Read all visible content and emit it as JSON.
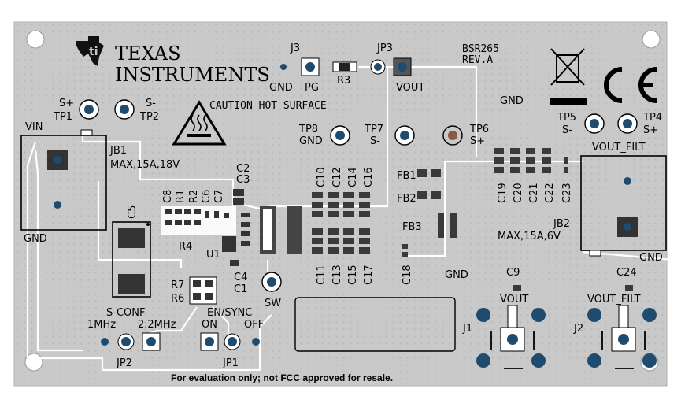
{
  "brand": {
    "line1": "TEXAS",
    "line2": "INSTRUMENTS"
  },
  "board": {
    "name": "BSR265",
    "revision": "REV.A"
  },
  "caution": "CAUTION HOT SURFACE",
  "footer_note": "For evaluation only; not FCC approved for resale.",
  "colors": {
    "board": "#c8c8c8",
    "copper": "#3a3a3a",
    "pad": "#1e4b6e",
    "silk": "#000000",
    "trace": "#ffffff"
  },
  "labels": {
    "jb1": "JB1",
    "jb1_rating": "MAX,15A,18V",
    "vin": "VIN",
    "gnd_left": "GND",
    "jb2": "JB2",
    "jb2_rating": "MAX,15A,6V",
    "vout_filt_top": "VOUT_FILT",
    "gnd_right": "GND",
    "tp1_sign": "S+",
    "tp1": "TP1",
    "tp2_sign": "S-",
    "tp2": "TP2",
    "j3": "J3",
    "jp3": "JP3",
    "gnd_j3": "GND",
    "pg": "PG",
    "r3": "R3",
    "vout_j3": "VOUT",
    "tp8": "TP8",
    "tp8_gnd": "GND",
    "tp7": "TP7",
    "tp7_sign": "S-",
    "tp6": "TP6",
    "tp6_sign": "S+",
    "gnd_mid": "GND",
    "tp5": "TP5",
    "tp5_sign": "S-",
    "tp4": "TP4",
    "tp4_sign": "S+",
    "c2": "C2",
    "c3": "C3",
    "c8": "C8",
    "r1": "R1",
    "r2": "R2",
    "c6": "C6",
    "c7": "C7",
    "c5": "C5",
    "r4": "R4",
    "u1": "U1",
    "c4": "C4",
    "c1": "C1",
    "sw": "SW",
    "r7": "R7",
    "r6": "R6",
    "s_conf": "S-CONF",
    "en_sync": "EN/SYNC",
    "f1": "1MHz",
    "f2": "2.2MHz",
    "on": "ON",
    "off": "OFF",
    "jp2": "JP2",
    "jp1": "JP1",
    "c10": "C10",
    "c12": "C12",
    "c14": "C14",
    "c16": "C16",
    "c11": "C11",
    "c13": "C13",
    "c15": "C15",
    "c17": "C17",
    "c18": "C18",
    "fb1": "FB1",
    "fb2": "FB2",
    "fb3": "FB3",
    "c19": "C19",
    "c20": "C20",
    "c21": "C21",
    "c22": "C22",
    "c23": "C23",
    "gnd_low": "GND",
    "c9": "C9",
    "vout_j1": "VOUT",
    "j1": "J1",
    "c24": "C24",
    "vout_filt_j2": "VOUT_FILT",
    "j2": "J2"
  }
}
